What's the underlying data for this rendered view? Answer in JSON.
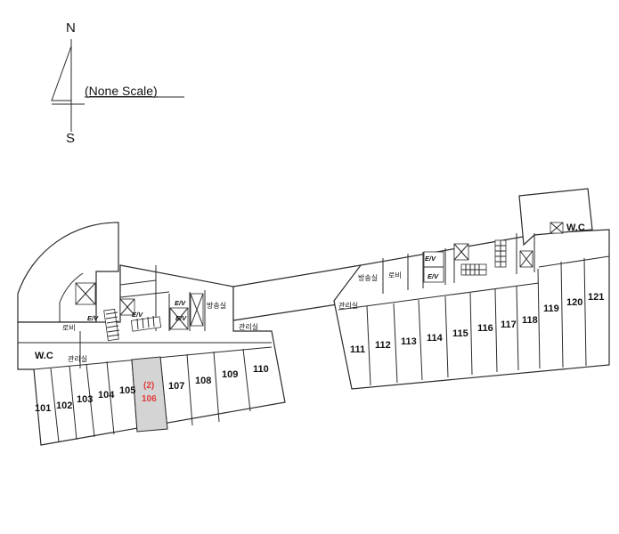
{
  "compass": {
    "north": "N",
    "south": "S",
    "scale_note": "(None Scale)"
  },
  "colors": {
    "highlight_fill": "#d4d4d4",
    "highlight_text": "#e23b3b",
    "line": "#2a2a2a"
  },
  "labels": {
    "wc_left": "W.C",
    "wc_right": "W.C",
    "lobby_left": "로비",
    "lobby_right": "로비",
    "office_1": "관리실",
    "office_2": "관리실",
    "office_3": "관리실",
    "broadcast_1": "방송실",
    "broadcast_2": "방송실",
    "ev": "E/V"
  },
  "rooms_west": [
    "101",
    "102",
    "103",
    "104",
    "105",
    "106",
    "107",
    "108",
    "109",
    "110"
  ],
  "rooms_east": [
    "111",
    "112",
    "113",
    "114",
    "115",
    "116",
    "117",
    "118",
    "119",
    "120",
    "121"
  ],
  "highlight": {
    "prefix": "(2)",
    "number": "106"
  }
}
